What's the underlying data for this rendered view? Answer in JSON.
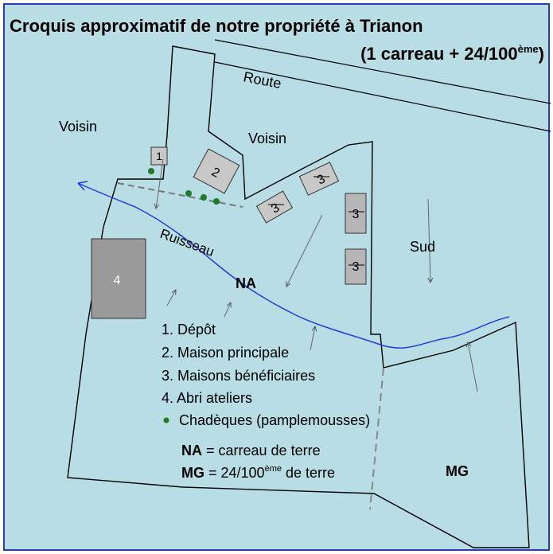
{
  "title": {
    "line1": "Croquis approximatif de notre propriété à Trianon",
    "line2": "(1 carreau + 24/100",
    "line2_sup": "ème",
    "line2_end": ")"
  },
  "labels": {
    "route": "Route",
    "voisin_left": "Voisin",
    "voisin_center": "Voisin",
    "sud": "Sud",
    "ruisseau": "Ruisseau",
    "na": "NA",
    "mg": "MG"
  },
  "buildings": {
    "b1": "1",
    "b2": "2",
    "b3a": "3",
    "b3b": "3",
    "b3c": "3",
    "b3d": "3",
    "b4": "4"
  },
  "legend": {
    "item1": "1. Dépôt",
    "item2": "2. Maison principale",
    "item3": "3. Maisons bénéficiaires",
    "item4": "4. Abri ateliers",
    "item5": "Chadèques (pamplemousses)",
    "na_key": "NA",
    "na_text": " = carreau de terre",
    "mg_key": "MG",
    "mg_text": " = 24/100",
    "mg_sup": "ème",
    "mg_end": " de terre"
  },
  "colors": {
    "background": "#b8dde4",
    "frame_border": "#2a3cb0",
    "stream": "#1f3fd6",
    "tree_dot": "#1f7a2a",
    "building_fill": "#c8c8c8",
    "building_dark": "#9a9a9a"
  }
}
